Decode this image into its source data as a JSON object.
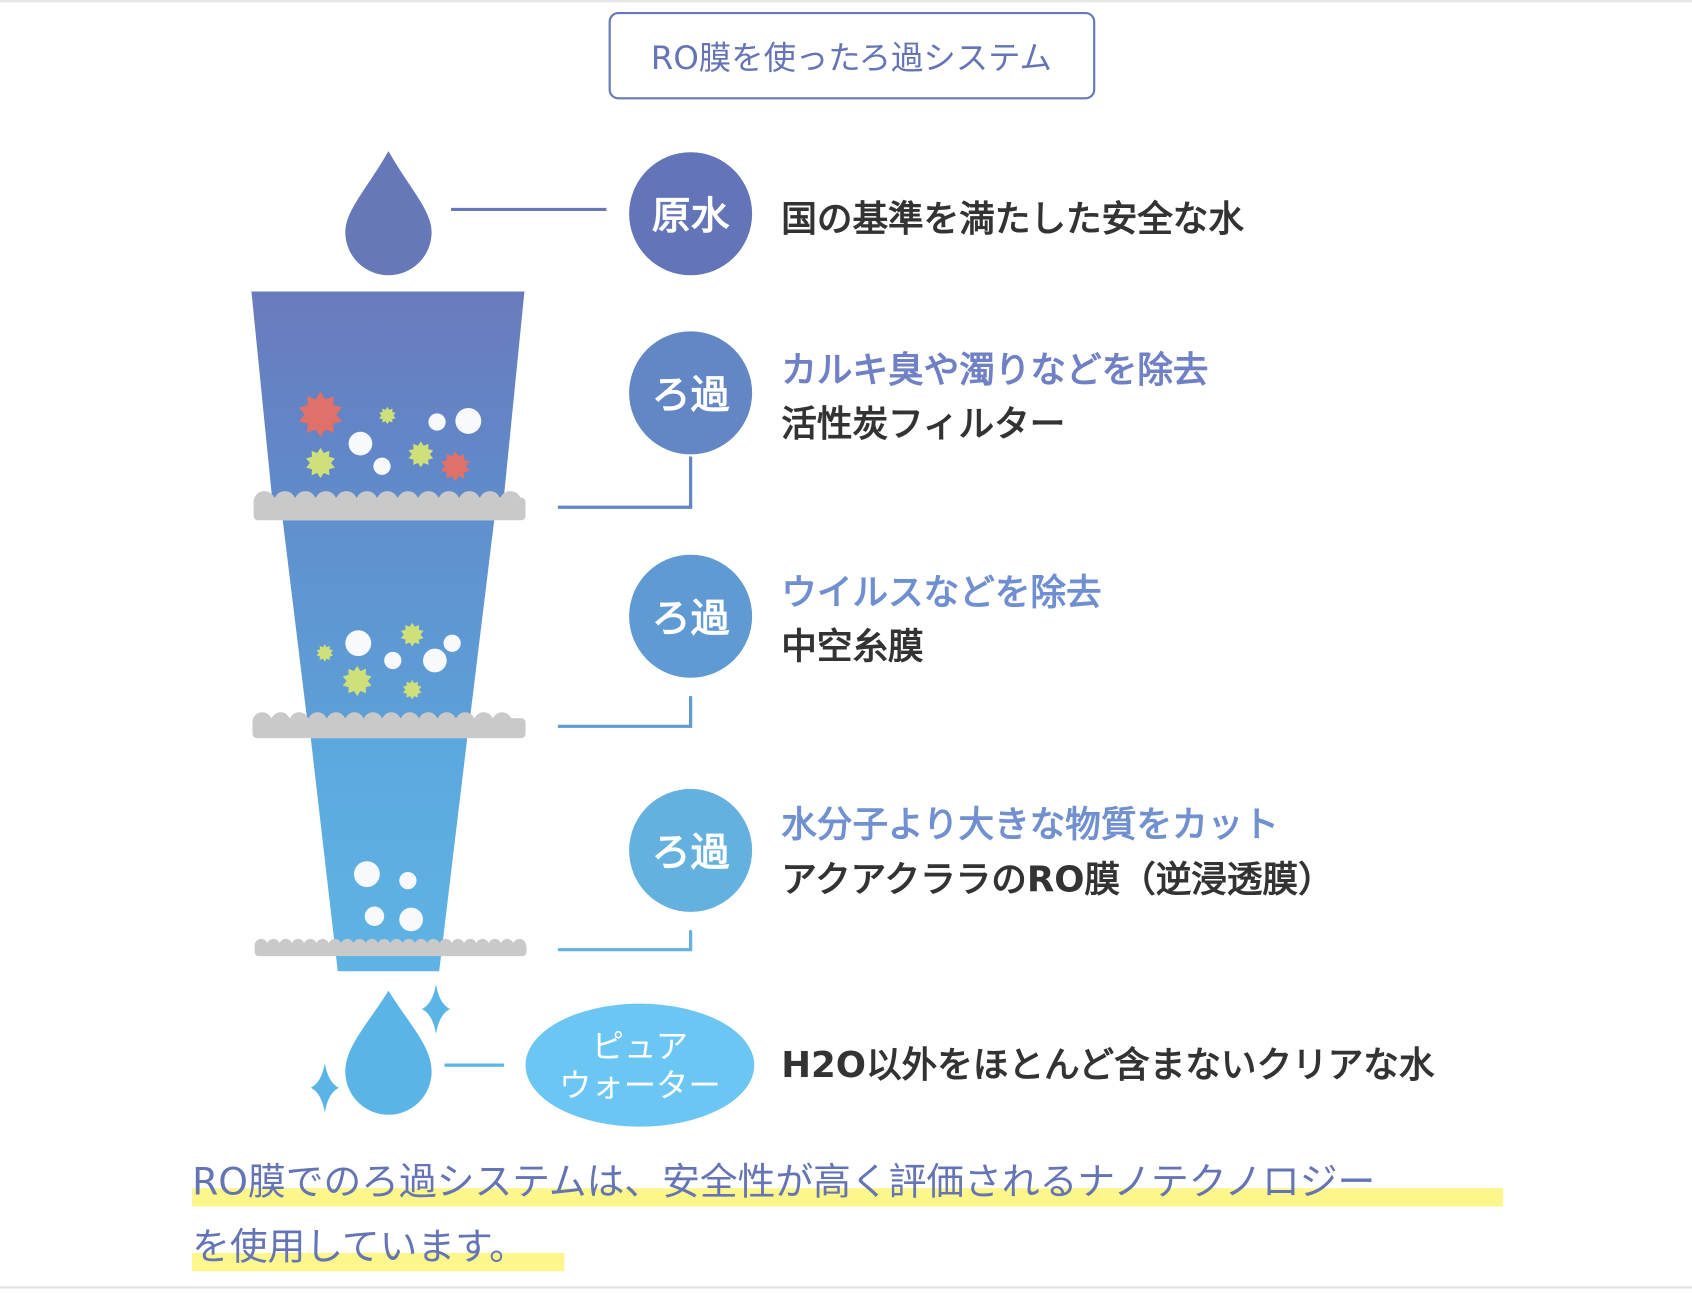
{
  "title": "RO膜を使ったろ過システム",
  "colors": {
    "accent": "#6474b4",
    "highlight": "#fdf68a",
    "stage1": "#6386c4",
    "stage2": "#5f9ad3",
    "stage3": "#64b1e0",
    "pure": "#6cc6f4",
    "filter": "#c9c9c9"
  },
  "raw_water": {
    "badge": "原水",
    "description": "国の基準を満たした安全な水"
  },
  "stages": [
    {
      "badge": "ろ過",
      "effect": "カルキ臭や濁りなどを除去",
      "filter": "活性炭フィルター"
    },
    {
      "badge": "ろ過",
      "effect": "ウイルスなどを除去",
      "filter": "中空糸膜"
    },
    {
      "badge": "ろ過",
      "effect": "水分子より大きな物質をカット",
      "filter": "アクアクララのRO膜（逆浸透膜）"
    }
  ],
  "pure_water": {
    "badge_line1": "ピュア",
    "badge_line2": "ウォーター",
    "description": "H2O以外をほとんど含まないクリアな水"
  },
  "footer": {
    "line1": "RO膜でのろ過システムは、安全性が高く評価されるナノテクノロジー",
    "line2": "を使用しています。"
  }
}
